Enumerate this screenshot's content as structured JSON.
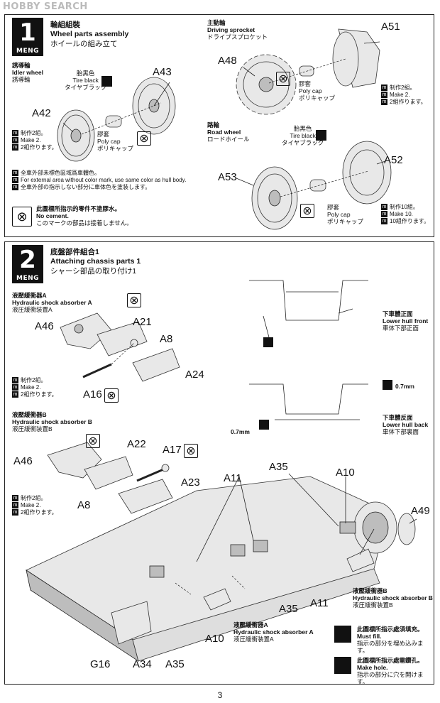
{
  "watermark": "HOBBY SEARCH",
  "brand": "MENG",
  "page_number": "3",
  "step1": {
    "number": "1",
    "title_cn": "輪組組裝",
    "title_en": "Wheel parts assembly",
    "title_jp": "ホイールの組み立て",
    "idler": {
      "cn": "誘導輪",
      "en": "Idler wheel",
      "jp": "誘導輪"
    },
    "tire_black_a": {
      "cn": "胎黑色",
      "en": "Tire black",
      "jp": "タイヤブラック"
    },
    "polycap_a": {
      "cn": "膠套",
      "en": "Poly cap",
      "jp": "ポリキャップ"
    },
    "make2_a": {
      "cn": "制作2組。",
      "en": "Make 2.",
      "jp": "2組作ります。"
    },
    "external": {
      "cn": "全車外部未標色區域爲車體色。",
      "en": "For external area without color mark, use same color as hull body.",
      "jp": "全車外部の指示しない部分に車体色を塗装します。"
    },
    "nocement": {
      "cn": "此圖標所指示的零件不塗膠水。",
      "en": "No cement.",
      "jp": "このマークの部品は接着しません。"
    },
    "sprocket": {
      "cn": "主動輪",
      "en": "Driving sprocket",
      "jp": "ドライブスプロケット"
    },
    "polycap_b": {
      "cn": "膠套",
      "en": "Poly cap",
      "jp": "ポリキャップ"
    },
    "make2_b": {
      "cn": "制作2組。",
      "en": "Make 2.",
      "jp": "2組作ります。"
    },
    "roadwheel": {
      "cn": "路輪",
      "en": "Road wheel",
      "jp": "ロードホイール"
    },
    "tire_black_b": {
      "cn": "胎黑色",
      "en": "Tire black",
      "jp": "タイヤブラック"
    },
    "polycap_c": {
      "cn": "膠套",
      "en": "Poly cap",
      "jp": "ポリキャップ"
    },
    "make10": {
      "cn": "制作10組。",
      "en": "Make 10.",
      "jp": "10組作ります。"
    },
    "parts": {
      "A43": "A43",
      "A42": "A42",
      "A48": "A48",
      "A51": "A51",
      "A52": "A52",
      "A53": "A53"
    }
  },
  "step2": {
    "number": "2",
    "title_cn": "底盤部件組合1",
    "title_en": "Attaching chassis parts 1",
    "title_jp": "シャーシ部品の取り付け1",
    "shockA": {
      "cn": "液壓緩衝器A",
      "en": "Hydraulic shock absorber A",
      "jp": "液圧緩衝装置A"
    },
    "make2_c": {
      "cn": "制作2組。",
      "en": "Make 2.",
      "jp": "2組作ります。"
    },
    "shockB": {
      "cn": "液壓緩衝器B",
      "en": "Hydraulic shock absorber B",
      "jp": "液圧緩衝装置B"
    },
    "make2_d": {
      "cn": "制作2組。",
      "en": "Make 2.",
      "jp": "2組作ります。"
    },
    "lower_front": {
      "cn": "下車體正面",
      "en": "Lower hull front",
      "jp": "車体下部正面"
    },
    "lower_back": {
      "cn": "下車體反面",
      "en": "Lower hull back",
      "jp": "車体下部裏面"
    },
    "mm1": "0.7mm",
    "mm2": "0.7mm",
    "shockB_main": {
      "cn": "液壓緩衝器B",
      "en": "Hydraulic shock absorber B",
      "jp": "液圧緩衝装置B"
    },
    "shockA_main": {
      "cn": "液壓緩衝器A",
      "en": "Hydraulic shock absorber A",
      "jp": "液圧緩衝装置A"
    },
    "fill": {
      "cn": "此圖標所指示處須填充。",
      "en": "Must fill.",
      "jp": "指示の部分を埋め込みます。"
    },
    "hole": {
      "cn": "此圖標所指示處需鑽孔。",
      "en": "Make hole.",
      "jp": "指示の部分に穴を開けます。"
    },
    "parts": {
      "A46a": "A46",
      "A21": "A21",
      "A8a": "A8",
      "A24": "A24",
      "A16": "A16",
      "A46b": "A46",
      "A22": "A22",
      "A17": "A17",
      "A23": "A23",
      "A8b": "A8",
      "A11a": "A11",
      "A35a": "A35",
      "A10a": "A10",
      "A49": "A49",
      "A35b": "A35",
      "A11b": "A11",
      "A10b": "A10",
      "G16": "G16",
      "A34": "A34",
      "A35c": "A35"
    }
  }
}
